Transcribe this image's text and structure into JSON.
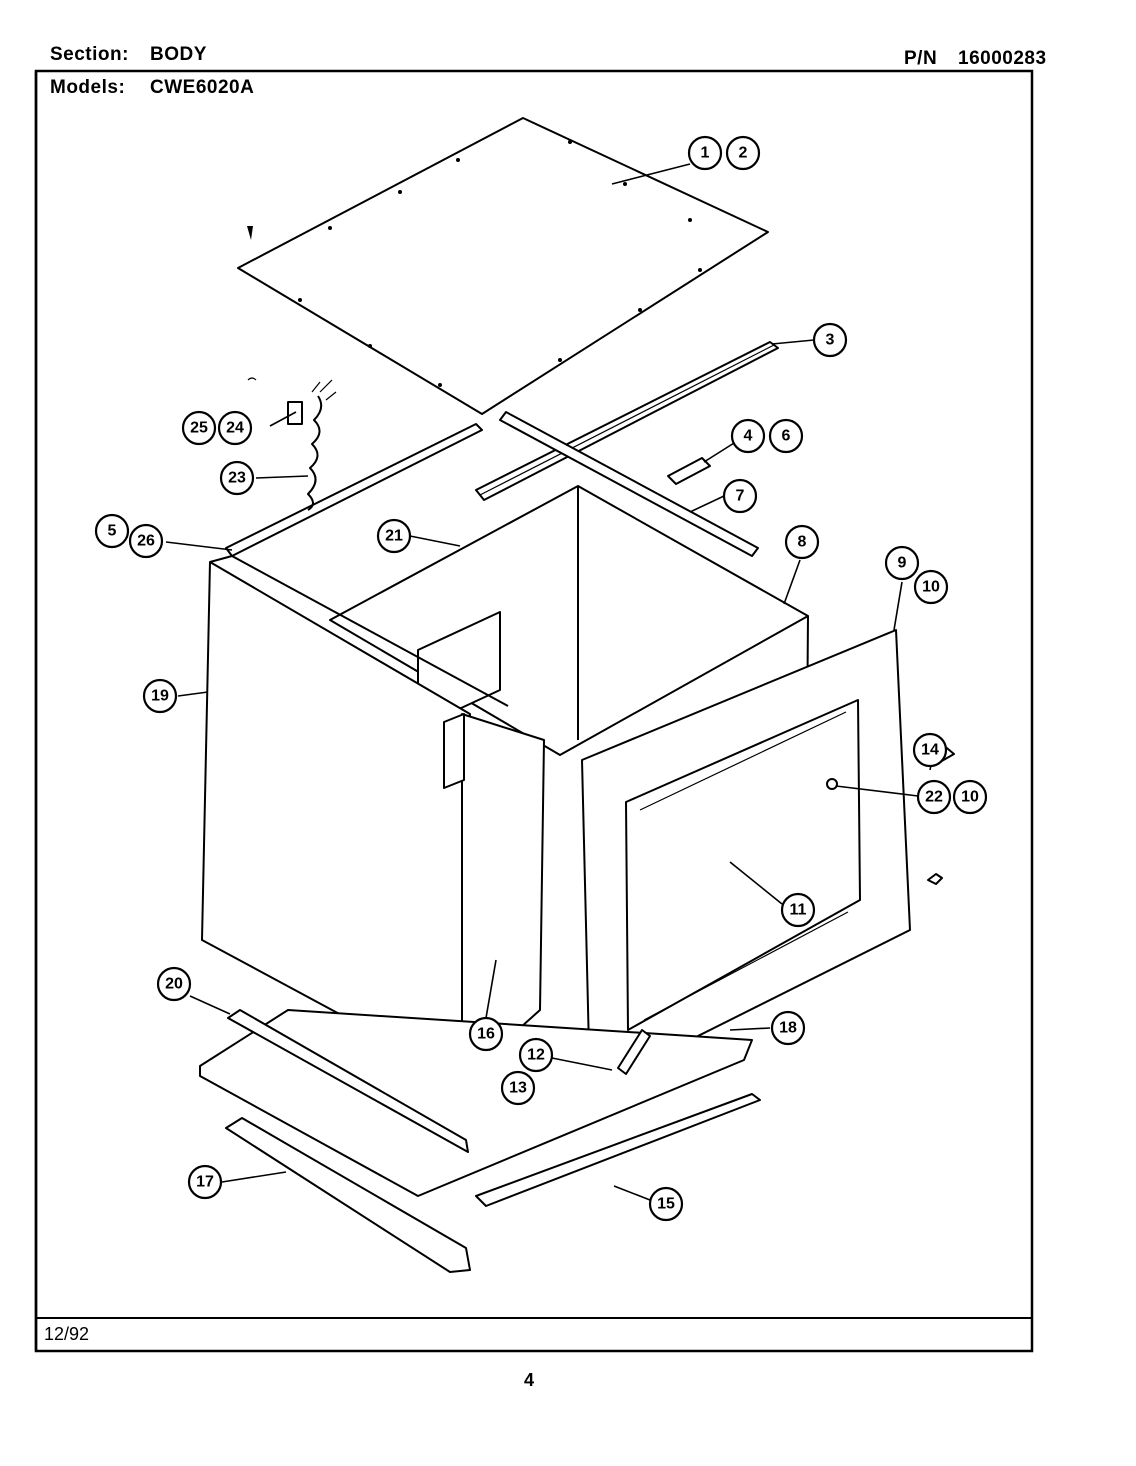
{
  "header": {
    "section_label": "Section:",
    "section_value": "BODY",
    "pn_label": "P/N",
    "pn_value": "16000283",
    "models_label": "Models:",
    "models_value": "CWE6020A"
  },
  "footer": {
    "date": "12/92",
    "page_number": "4"
  },
  "callouts": [
    "1",
    "2",
    "3",
    "4",
    "6",
    "7",
    "8",
    "9",
    "10",
    "5",
    "26",
    "21",
    "19",
    "25",
    "24",
    "23",
    "14",
    "22",
    "10",
    "11",
    "20",
    "16",
    "12",
    "13",
    "18",
    "17",
    "15"
  ]
}
